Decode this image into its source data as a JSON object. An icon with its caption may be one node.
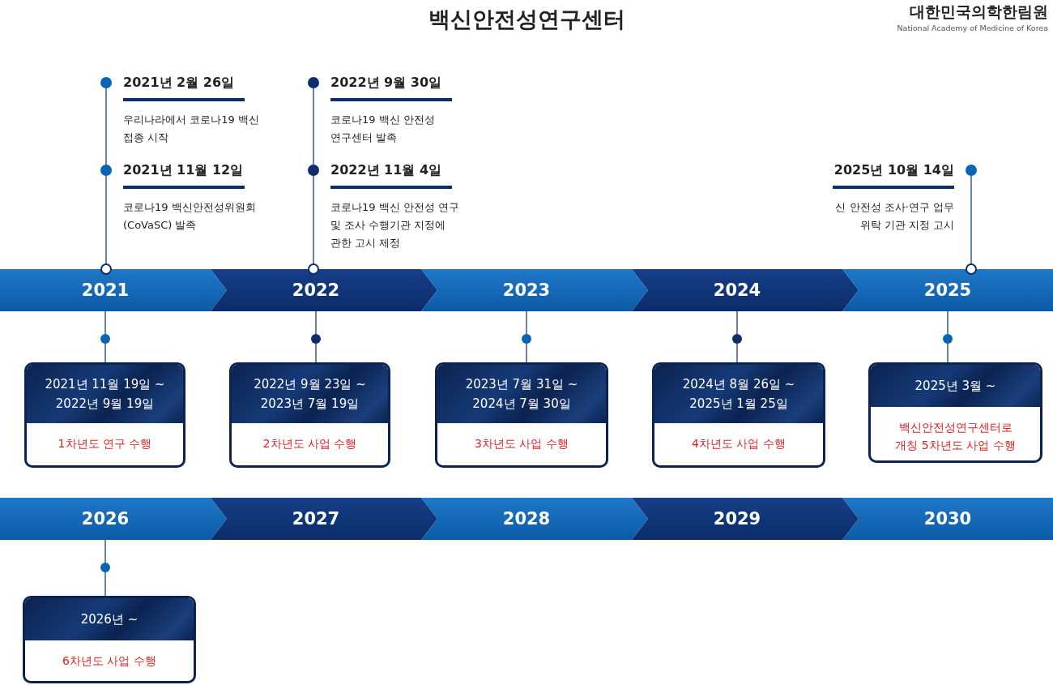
{
  "diagram": {
    "title": "백신안전성연구센터",
    "nodes": [
      {
        "text": [
          "2021"
        ]
      },
      {
        "text": [
          "2022"
        ]
      },
      {
        "text": [
          "2023"
        ]
      },
      {
        "text": [
          "2024"
        ]
      },
      {
        "text": [
          "2025"
        ]
      },
      {
        "text": [
          "2026"
        ]
      },
      {
        "text": [
          "2027"
        ]
      },
      {
        "text": [
          "2028"
        ]
      },
      {
        "text": [
          "2029"
        ]
      },
      {
        "text": [
          "2030"
        ]
      },
      {
        "text": [
          "2021년 2월 26일",
          "우리나라에서 코로나19 백신 접종 시작"
        ]
      },
      {
        "text": [
          "2021년 11월 12일",
          "코로나19 백신안전성위원회 (CoVaSC) 발족"
        ]
      },
      {
        "text": [
          "2022년 9월 30일",
          "코로나19 백신 안전성 연구센터 발족"
        ]
      },
      {
        "text": [
          "2022년 11월 4일",
          "코로나19 백신 안전성 연구 및 조사 수행기관 지정에 관한 고시 제정"
        ]
      },
      {
        "text": [
          "2025년 10월 14일",
          "신 안전성 조사·연구 업무 위탁 기관 지정 고시"
        ]
      },
      {
        "text": [
          "2021년 11월 19일 ~ 2022년 9월 19일",
          "1차년도 연구 수행"
        ]
      },
      {
        "text": [
          "2022년 9월 23일 ~ 2023년 7월 19일",
          "2차년도 사업 수행"
        ]
      },
      {
        "text": [
          "2023년 7월 31일 ~ 2024년 7월 30일",
          "3차년도 사업 수행"
        ]
      },
      {
        "text": [
          "2024년 8월 26일 ~ 2025년 1월 25일",
          "4차년도 사업 수행"
        ]
      },
      {
        "text": [
          "2025년 3월 ~",
          "백신안전성연구센터로 개칭 5차년도 사업 수행"
        ]
      },
      {
        "text": [
          "2026년 ~",
          "6차년도 사업 수행"
        ]
      }
    ],
    "edges": [
      {
        "from": 10,
        "to": 11,
        "arrow": "none"
      },
      {
        "from": 11,
        "to": 0,
        "arrow": "other"
      },
      {
        "from": 12,
        "to": 13,
        "arrow": "none"
      },
      {
        "from": 13,
        "to": 1,
        "arrow": "other"
      },
      {
        "from": 14,
        "to": 4,
        "arrow": "other"
      },
      {
        "from": 0,
        "to": 15,
        "arrow": "none"
      },
      {
        "from": 1,
        "to": 16,
        "arrow": "none"
      },
      {
        "from": 2,
        "to": 17,
        "arrow": "none"
      },
      {
        "from": 3,
        "to": 18,
        "arrow": "none"
      },
      {
        "from": 4,
        "to": 19,
        "arrow": "none"
      },
      {
        "from": 5,
        "to": 20,
        "arrow": "none"
      }
    ],
    "labels": [
      "대한민국의학한림원",
      "National Academy of Medicine of Korea"
    ]
  }
}
